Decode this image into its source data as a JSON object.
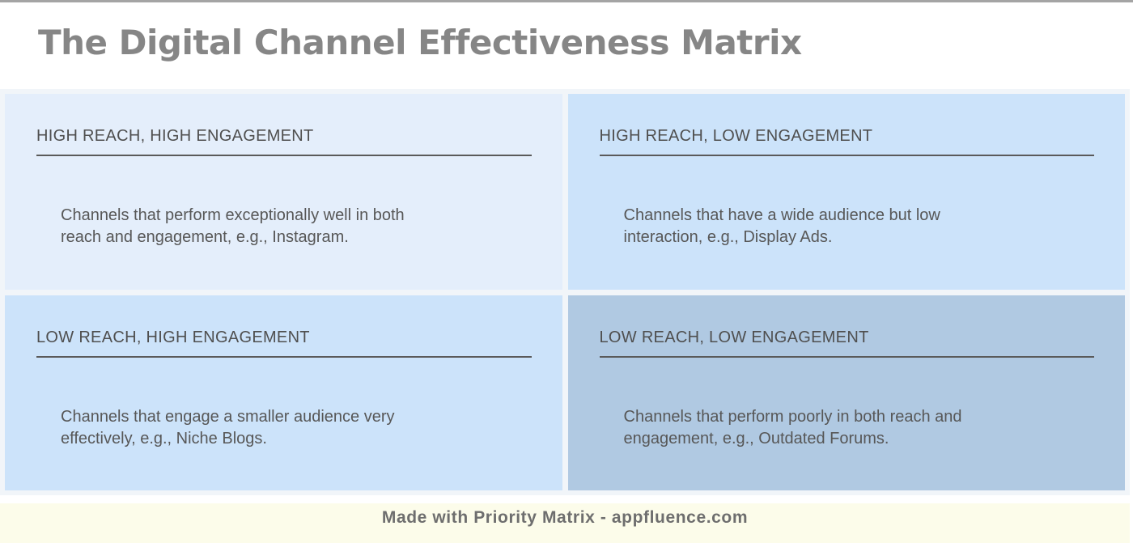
{
  "page": {
    "title": "The Digital Channel Effectiveness Matrix",
    "footer_credit": "Made with Priority Matrix - appfluence.com"
  },
  "quadrants": [
    {
      "title": "HIGH REACH, HIGH ENGAGEMENT",
      "description": "Channels that perform exceptionally well in both\nreach and engagement, e.g., Instagram."
    },
    {
      "title": "HIGH REACH, LOW ENGAGEMENT",
      "description": "Channels that have a wide audience but low\ninteraction, e.g., Display Ads."
    },
    {
      "title": "LOW REACH, HIGH ENGAGEMENT",
      "description": "Channels that engage a smaller audience very\neffectively, e.g., Niche Blogs."
    },
    {
      "title": "LOW REACH, LOW ENGAGEMENT",
      "description": "Channels that perform poorly in both reach and\nengagement, e.g., Outdated Forums."
    }
  ],
  "colors": {
    "top_bar": "#a4a4a4",
    "matrix_gap_bg": "#f1f5f9",
    "quadrant_1_bg": "#e4eefb",
    "quadrant_2_bg": "#cce3fa",
    "quadrant_3_bg": "#cce3fa",
    "quadrant_4_bg": "#b0c9e2",
    "footer_bg": "#fcfcea",
    "title_text": "#868686",
    "quadrant_title_text": "#4f4f4f",
    "quadrant_underline": "#5a5a5a",
    "body_text": "#575757",
    "footer_text": "#6e6e6e"
  }
}
